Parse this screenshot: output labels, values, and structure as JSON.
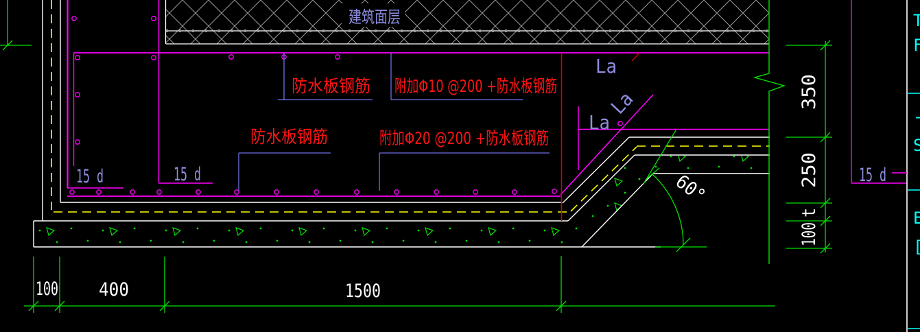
{
  "drawing": {
    "type": "cad-construction-detail",
    "background": "#000000",
    "labels": {
      "floor_finish": "建筑面层",
      "slab_rebar": "防水板钢筋",
      "added_rebar_top": "附加Φ10 @200 +防水板钢筋",
      "added_rebar_bottom": "附加Φ20 @200 +防水板钢筋",
      "anchorage_length": "La",
      "hook_length": "15 d",
      "slope_angle": "60°"
    },
    "dimensions": {
      "bottom": [
        {
          "label": "100"
        },
        {
          "label": "400"
        },
        {
          "label": "1500"
        }
      ],
      "right": [
        {
          "label": "350"
        },
        {
          "label": "250"
        },
        {
          "label": "t"
        },
        {
          "label": "100"
        }
      ]
    },
    "right_edge_fragments": {
      "f1": "T",
      "f2": "F",
      "f3": "-",
      "f4": "S",
      "f5": "E",
      "f6": "["
    },
    "colors": {
      "rebar_magenta": "#ff00ff",
      "annotation_red": "#ff1414",
      "dimension_green": "#00e000",
      "membrane_yellow": "#ffff00",
      "structure_white": "#ffffff",
      "text_blue": "#8e8ee0",
      "leader_blue": "#6e6ee6",
      "edge_cyan": "#00ffff",
      "hatch_gray": "#9a9a9a"
    }
  }
}
